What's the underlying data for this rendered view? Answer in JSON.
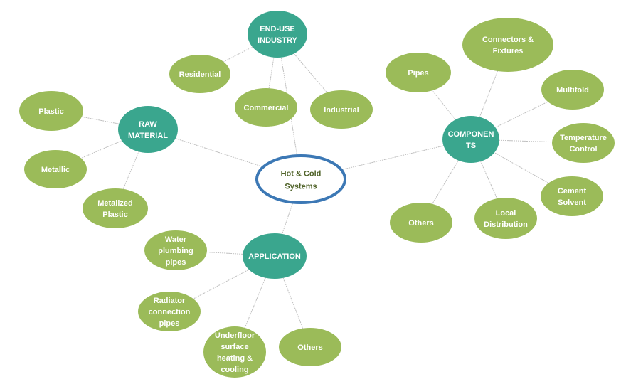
{
  "colors": {
    "hub": "#3aa68e",
    "leaf": "#9bbb59",
    "center_border": "#3c78b5",
    "center_text": "#4f6228",
    "line": "#bfbfbf",
    "node_text": "#ffffff"
  },
  "center": {
    "id": "center",
    "label": [
      "Hot & Cold",
      "Systems"
    ]
  },
  "hubs": [
    {
      "id": "enduse",
      "label": [
        "END-USE",
        "INDUSTRY"
      ],
      "leaves": [
        {
          "id": "residential",
          "label": [
            "Residential"
          ]
        },
        {
          "id": "commercial",
          "label": [
            "Commercial"
          ]
        },
        {
          "id": "industrial",
          "label": [
            "Industrial"
          ]
        }
      ]
    },
    {
      "id": "raw",
      "label": [
        "RAW",
        "MATERIAL"
      ],
      "leaves": [
        {
          "id": "plastic",
          "label": [
            "Plastic"
          ]
        },
        {
          "id": "metallic",
          "label": [
            "Metallic"
          ]
        },
        {
          "id": "metalized",
          "label": [
            "Metalized",
            "Plastic"
          ]
        }
      ]
    },
    {
      "id": "components",
      "label": [
        "COMPONEN",
        "TS"
      ],
      "leaves": [
        {
          "id": "pipes",
          "label": [
            "Pipes"
          ]
        },
        {
          "id": "connectors",
          "label": [
            "Connectors &",
            "Fixtures"
          ]
        },
        {
          "id": "multifold",
          "label": [
            "Multifold"
          ]
        },
        {
          "id": "temp",
          "label": [
            "Temperature",
            "Control"
          ]
        },
        {
          "id": "cement",
          "label": [
            "Cement",
            "Solvent"
          ]
        },
        {
          "id": "local",
          "label": [
            "Local",
            "Distribution"
          ]
        },
        {
          "id": "others1",
          "label": [
            "Others"
          ]
        }
      ]
    },
    {
      "id": "application",
      "label": [
        "APPLICATION"
      ],
      "leaves": [
        {
          "id": "water",
          "label": [
            "Water",
            "plumbing",
            "pipes"
          ]
        },
        {
          "id": "radiator",
          "label": [
            "Radiator",
            "connection",
            "pipes"
          ]
        },
        {
          "id": "underfloor",
          "label": [
            "Underfloor",
            "surface",
            "heating &",
            "cooling"
          ]
        },
        {
          "id": "others2",
          "label": [
            "Others"
          ]
        }
      ]
    }
  ]
}
